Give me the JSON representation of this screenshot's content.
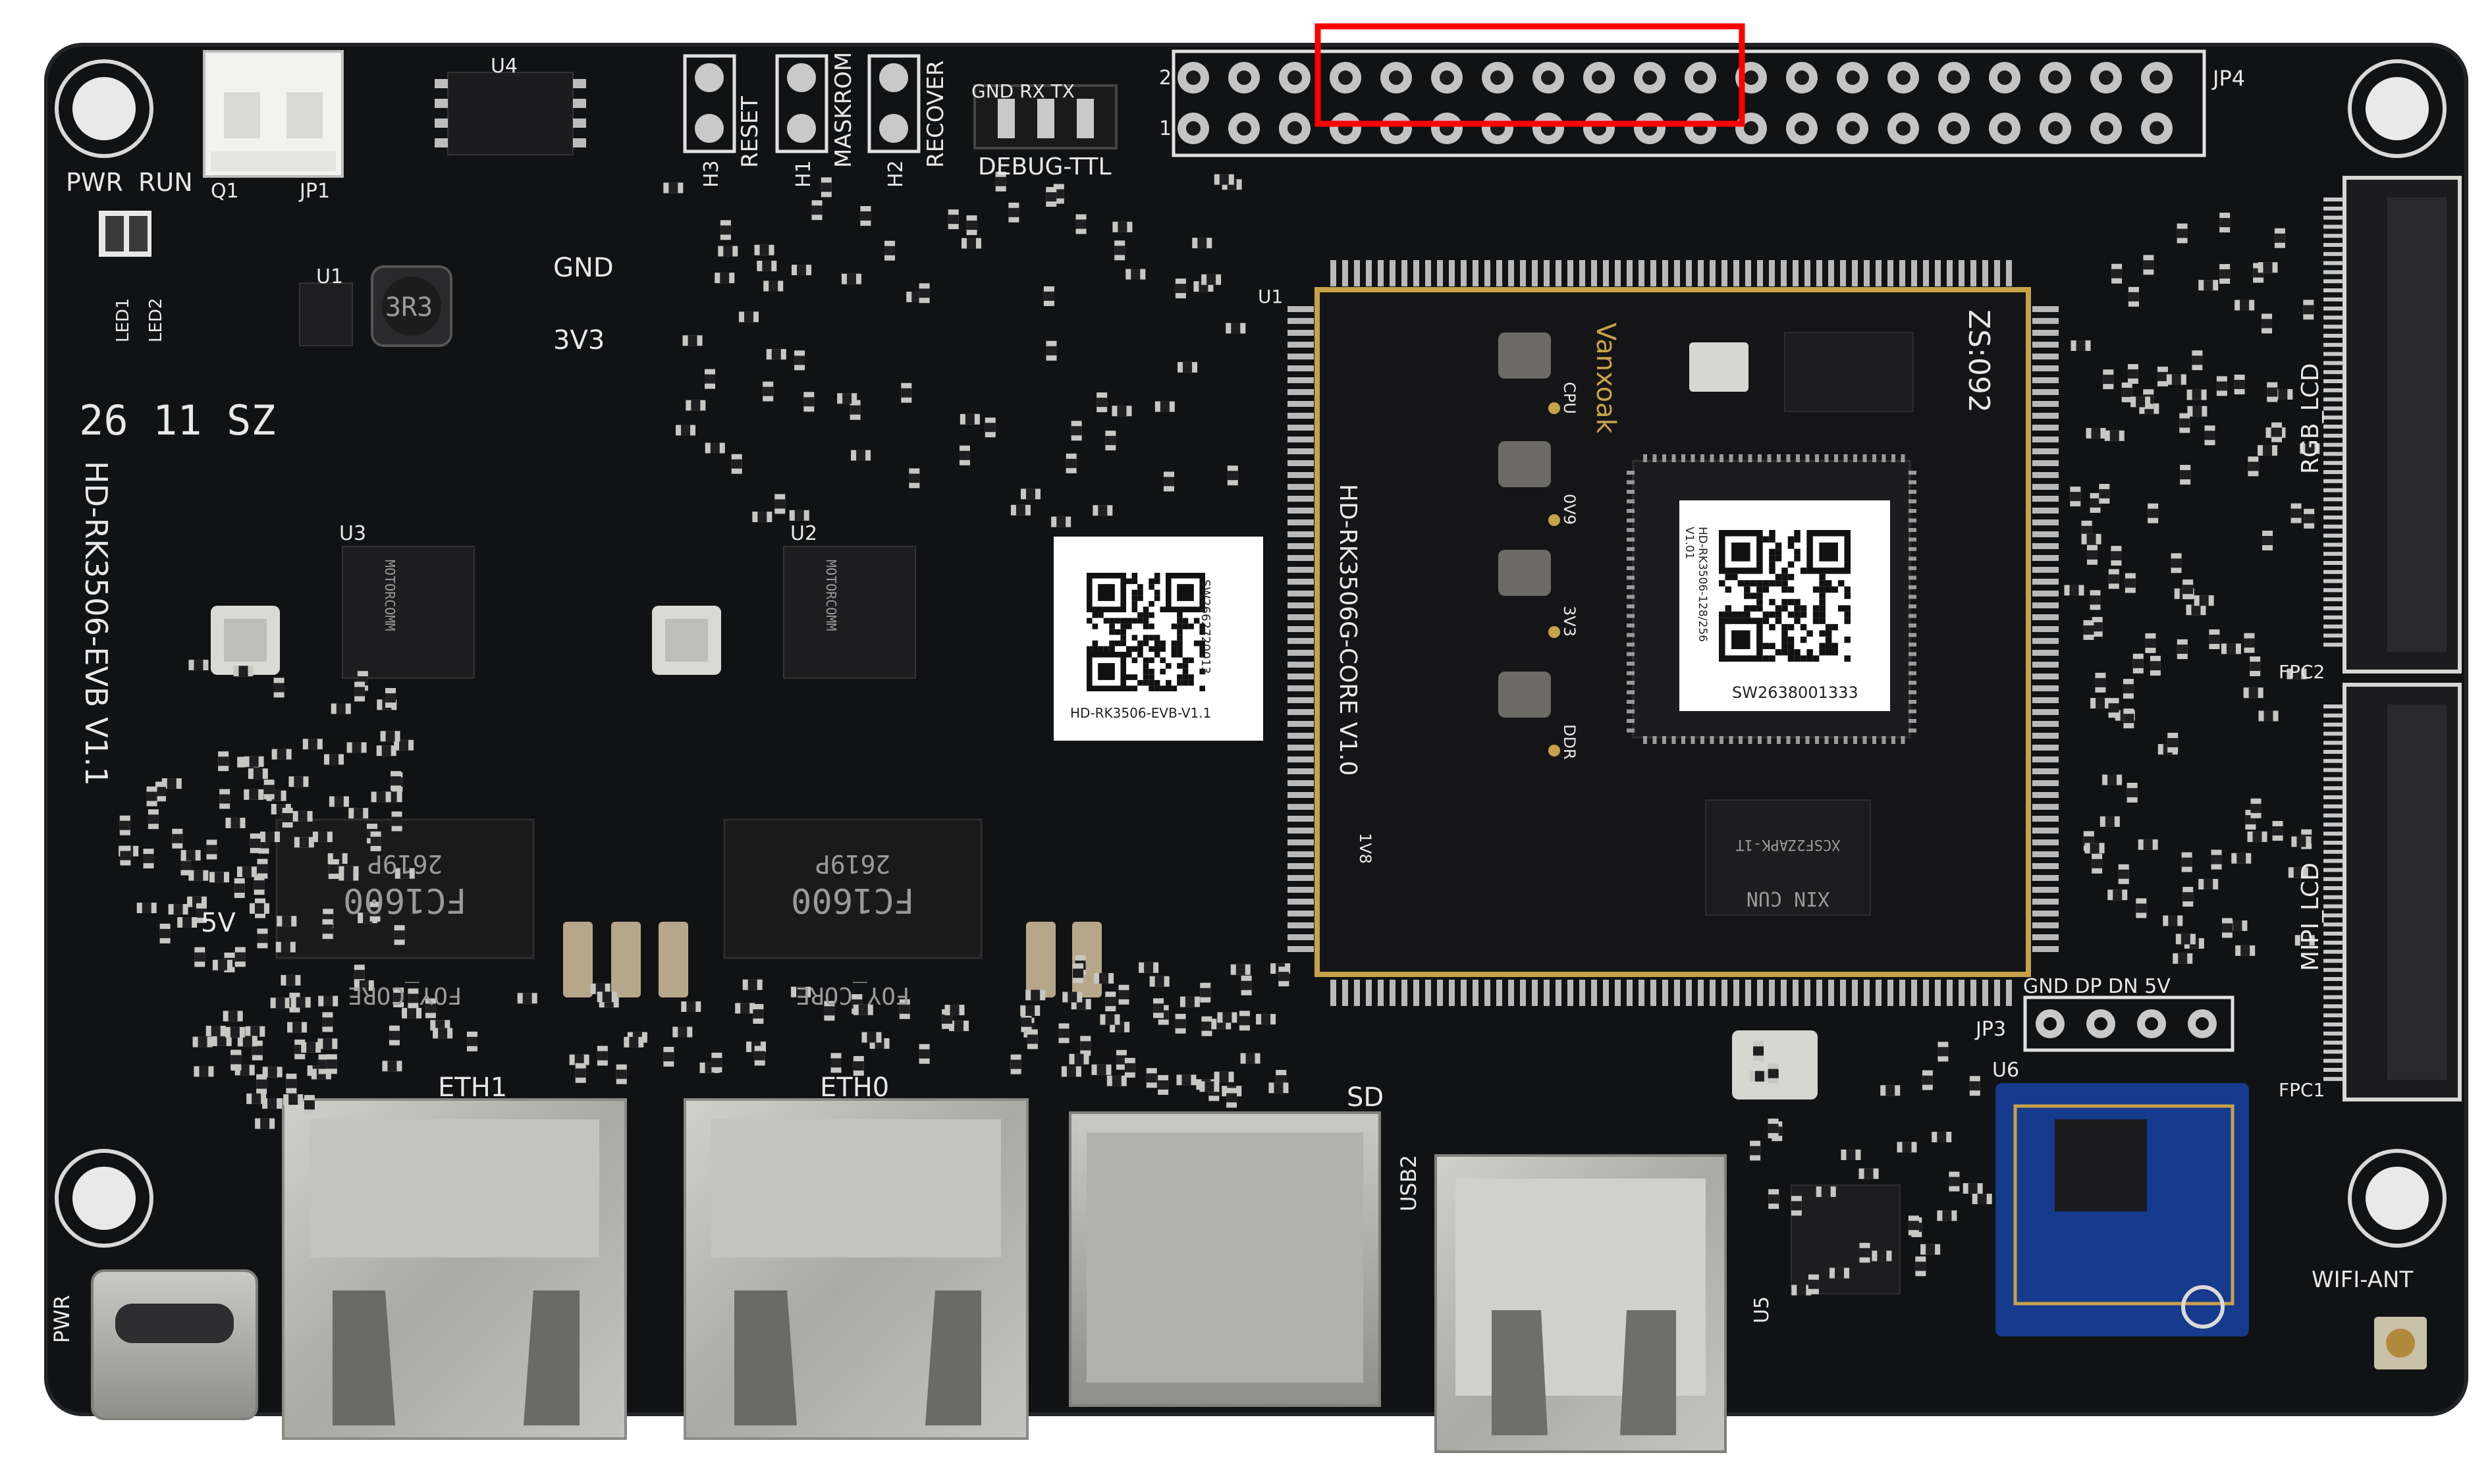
{
  "board": {
    "colors": {
      "pcb": "#111214",
      "silkscreen": "#e8e8e8",
      "gold": "#c8a24a",
      "pad_silver": "#b9b9b9",
      "metal": "#b8b8b4",
      "wifi_module": "#163a8c",
      "highlight": "#ff0000"
    },
    "silk": {
      "pwr": "PWR",
      "run": "RUN",
      "q1": "Q1",
      "jp1": "JP1",
      "u4": "U4",
      "h3": "H3",
      "reset": "RESET",
      "h1": "H1",
      "maskrom": "MASKROM",
      "h2": "H2",
      "recover": "RECOVER",
      "debug_ttl": "DEBUG-TTL",
      "gnd_rx_tx": "GND  RX  TX",
      "jp4_pin2": "2",
      "jp4_pin1": "1",
      "jp4": "JP4",
      "u1": "U1",
      "gnd": "GND",
      "v3v3": "3V3",
      "led1": "LED1",
      "led2": "LED2",
      "date_code": "26 11 SZ",
      "board_name": "HD-RK3506-EVB V1.1",
      "u3": "U3",
      "u2": "U2",
      "u1_core": "U1",
      "v5v": "5V",
      "eth1": "ETH1",
      "eth0": "ETH0",
      "sd": "SD",
      "usb2": "USB2",
      "u5": "U5",
      "u6": "U6",
      "jp3": "JP3",
      "jp3_labels": "GND  DP  DN  5V",
      "wifi_ant": "WIFI-ANT",
      "fpc2": "FPC2",
      "fpc1": "FPC1",
      "rgb_lcd": "RGB_LCD",
      "mipi_lcd": "MIPI_LCD",
      "pwr_usbc": "PWR",
      "core_name": "HD-RK3506G-CORE V1.0",
      "core_brand": "Vanxoak",
      "core_code": "ZS:092",
      "core_cpu": "CPU",
      "core_0v9": "0V9",
      "core_3v3": "3V3",
      "core_ddr": "DDR",
      "core_1v8": "1V8",
      "r3r3": "3R3"
    },
    "chips": {
      "magnetics_brand": "FOY_CORE",
      "magnetics_part": "FC1600",
      "magnetics_code": "2619P",
      "ethphy_brand": "MOTORCOMM",
      "flash_brand": "XIN CUN",
      "flash_code": "XCSF2ZAPK-1T"
    },
    "labels": {
      "evb_qr_serial": "SW2662720013",
      "evb_qr_name": "HD-RK3506-EVB-V1.1",
      "core_qr_serial": "SW2638001333",
      "core_qr_name": "HD-RK3506-128/256",
      "core_qr_ver": "V1.01"
    }
  }
}
